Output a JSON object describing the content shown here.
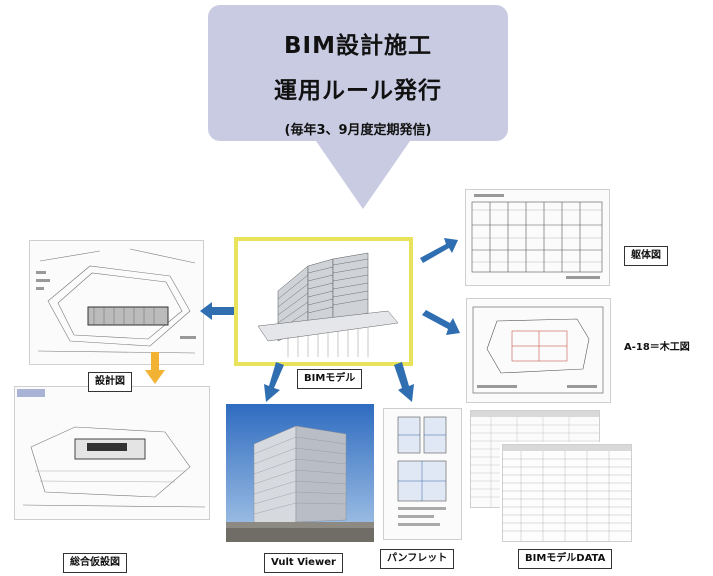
{
  "header": {
    "line1": "BIM設計施工",
    "line2": "運用ルール発行",
    "line3": "(毎年3、9月度定期発信)"
  },
  "labels": {
    "design_drawing": "設計図",
    "bim_model": "BIMモデル",
    "structure_drawing": "躯体図",
    "construction_drawing": "A-18＝木工図",
    "temporary_plan": "総合仮設図",
    "vault_viewer": "Vult Viewer",
    "pamphlet": "パンフレット",
    "bim_data": "BIMモデルDATA"
  },
  "colors": {
    "header_bg": "#c8cbe1",
    "arrow_blue": "#2f6fb1",
    "arrow_orange": "#f2b233",
    "highlight_border": "#e8e35a"
  }
}
